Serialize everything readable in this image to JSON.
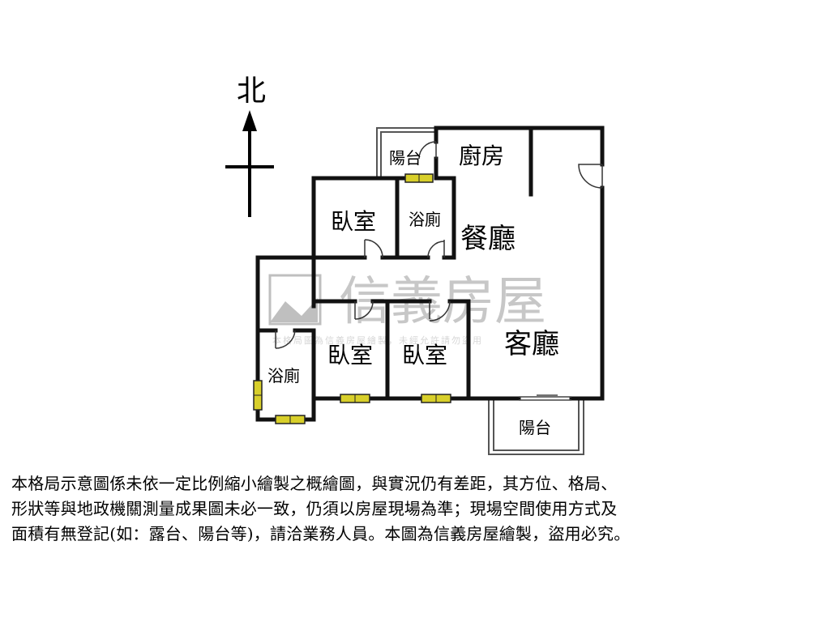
{
  "compass": {
    "label": "北"
  },
  "rooms": {
    "kitchen": "廚房",
    "balcony_top": "陽台",
    "bedroom_top": "臥室",
    "bath_top": "浴廁",
    "dining": "餐廳",
    "living": "客廳",
    "bedroom_left": "臥室",
    "bedroom_mid": "臥室",
    "bath_left": "浴廁",
    "balcony_bottom": "陽台"
  },
  "watermark": {
    "brand": "信義房屋",
    "notice": "本格局圖為信義房屋繪製，未經允許請勿盜用"
  },
  "disclaimer": {
    "lines": [
      "本格局示意圖係未依一定比例縮小繪製之概繪圖，與實況仍有差距，其方位、格局、",
      "形狀等與地政機關測量成果圖未必一致，仍須以房屋現場為準；現場空間使用方式及",
      "面積有無登記(如：露台、陽台等)，請洽業務人員。本圖為信義房屋繪製，盜用必究。"
    ]
  },
  "colors": {
    "wall": "#111111",
    "window": "#d8cf2a",
    "watermark": "#9a9a9a"
  }
}
